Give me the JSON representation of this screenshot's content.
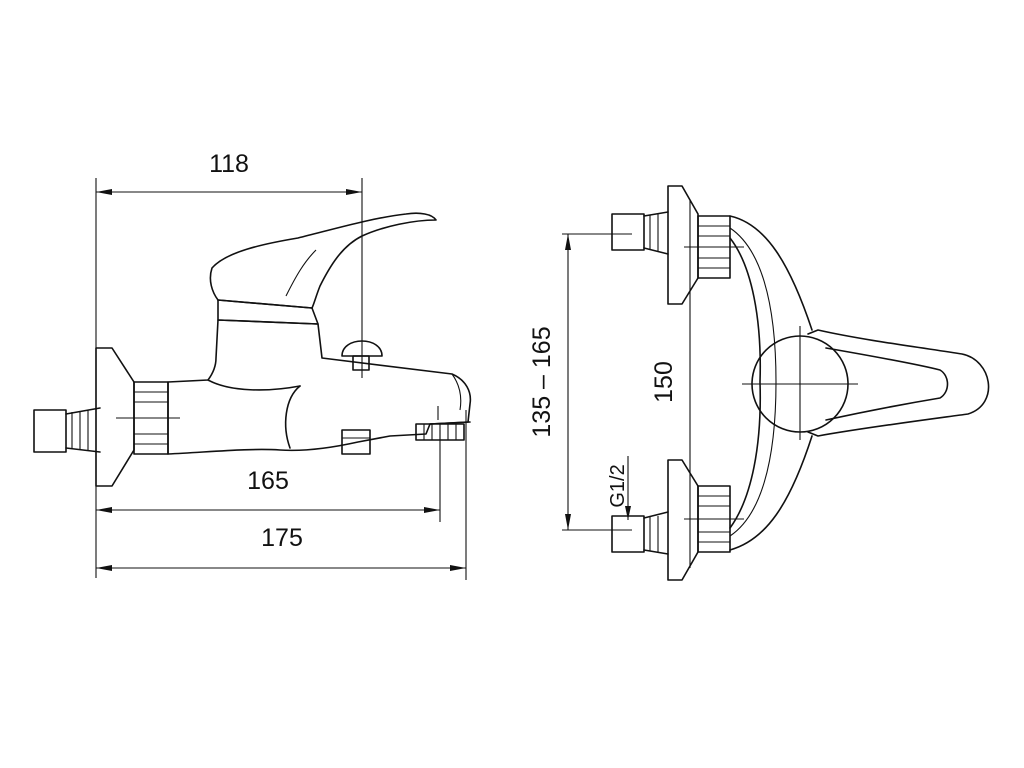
{
  "side_view": {
    "dim_top": "118",
    "dim_spout": "165",
    "dim_total": "175"
  },
  "front_view": {
    "dim_range": "135 – 165",
    "dim_center": "150",
    "thread": "G1/2"
  }
}
